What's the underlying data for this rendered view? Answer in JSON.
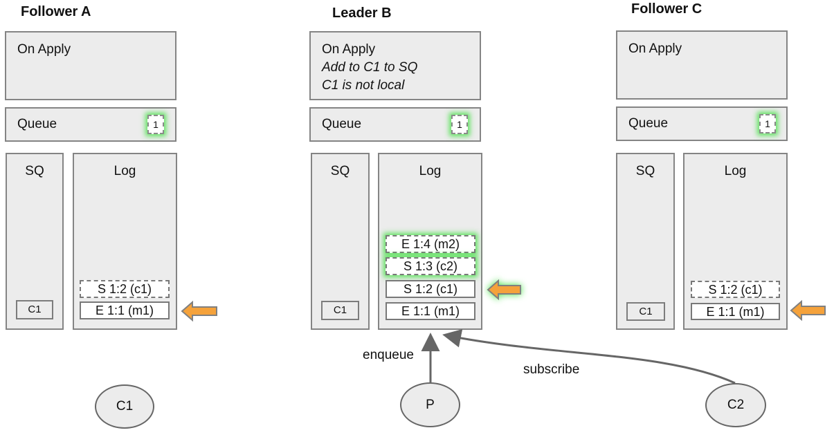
{
  "colors": {
    "box_fill": "#ececec",
    "box_border": "#848484",
    "entry_fill": "#ffffff",
    "glow_green": "#48e048",
    "arrow_orange": "#f5a23b",
    "line_gray": "#666666"
  },
  "columns": [
    {
      "title": "Follower A",
      "on_apply": {
        "line1": "On Apply"
      },
      "queue": {
        "label": "Queue",
        "badge": "1"
      },
      "sq": {
        "label": "SQ",
        "item": "C1"
      },
      "log": {
        "label": "Log",
        "entries": [
          {
            "text": "S 1:2 (c1)",
            "border": "dashed",
            "glow": false
          },
          {
            "text": "E 1:1 (m1)",
            "border": "solid",
            "glow": false
          }
        ]
      }
    },
    {
      "title": "Leader B",
      "on_apply": {
        "line1": "On Apply",
        "line2": "Add to C1 to SQ",
        "line3": "C1 is not local"
      },
      "queue": {
        "label": "Queue",
        "badge": "1"
      },
      "sq": {
        "label": "SQ",
        "item": "C1"
      },
      "log": {
        "label": "Log",
        "entries": [
          {
            "text": "E 1:4 (m2)",
            "border": "dashed",
            "glow": true
          },
          {
            "text": "S 1:3 (c2)",
            "border": "dashed",
            "glow": true
          },
          {
            "text": "S 1:2 (c1)",
            "border": "solid",
            "glow": false
          },
          {
            "text": "E 1:1 (m1)",
            "border": "solid",
            "glow": false
          }
        ]
      }
    },
    {
      "title": "Follower C",
      "on_apply": {
        "line1": "On Apply"
      },
      "queue": {
        "label": "Queue",
        "badge": "1"
      },
      "sq": {
        "label": "SQ",
        "item": "C1"
      },
      "log": {
        "label": "Log",
        "entries": [
          {
            "text": "S 1:2 (c1)",
            "border": "dashed",
            "glow": false
          },
          {
            "text": "E 1:1 (m1)",
            "border": "solid",
            "glow": false
          }
        ]
      }
    }
  ],
  "actors": {
    "c1": "C1",
    "p": "P",
    "c2": "C2"
  },
  "edge_labels": {
    "enqueue": "enqueue",
    "subscribe": "subscribe"
  }
}
